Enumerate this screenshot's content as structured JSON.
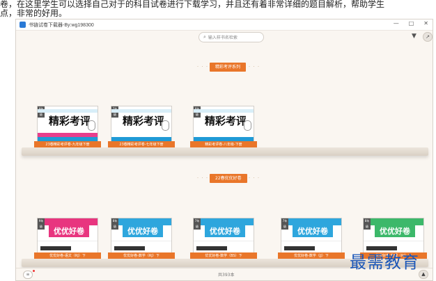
{
  "article": {
    "line1": "卷，在这里学生可以选择自己对于的科目试卷进行下载学习，并且还有着非常详细的题目解析，帮助学生",
    "line2": "点，非常的好用。"
  },
  "window": {
    "title": "书链试卷下载器-By:wg198300",
    "controls": [
      "—",
      "□",
      "✕"
    ]
  },
  "toolbar": {
    "search_placeholder": "输入样书名检索",
    "search_icon": "search-icon",
    "filter_icon": "filter-icon",
    "share_icon": "share-icon"
  },
  "sections": [
    {
      "label": "精彩考评系列",
      "books": [
        {
          "grade": "9年级",
          "cover": "精彩考评",
          "caption": "23春精彩考评卷-九年级下册"
        },
        {
          "grade": "7年级",
          "cover": "精彩考评",
          "caption": "23春精彩考评卷-七年级下册"
        },
        {
          "grade": "8年级",
          "cover": "精彩考评",
          "caption": "精彩考评卷-八年级-下册"
        }
      ]
    },
    {
      "label": "22春优优好卷",
      "books": [
        {
          "grade": "9年级",
          "cover": "优优好卷",
          "caption": "优优好卷-语文（RJ）下",
          "color": "#e8357f"
        },
        {
          "grade": "8年级",
          "cover": "优优好卷",
          "caption": "优优好卷-数学（RJ）下",
          "color": "#2ea6dd"
        },
        {
          "grade": "7年级",
          "cover": "优优好卷",
          "caption": "优优好卷-数学（BS）下",
          "color": "#2ea6dd"
        },
        {
          "grade": "7年级",
          "cover": "优优好卷",
          "caption": "优优好卷-数学（JJ）下",
          "color": "#2ea6dd"
        },
        {
          "grade": "8年级",
          "cover": "优优好卷",
          "caption": "优优好卷-物理（RJ）下",
          "color": "#3cb86a"
        }
      ]
    }
  ],
  "statusbar": {
    "count": "共393本",
    "list_icon": "list-icon",
    "hat_icon": "graduation-hat-icon"
  },
  "watermark": "最需教育",
  "colors": {
    "accent": "#e9762a",
    "background": "#faf6f1"
  }
}
